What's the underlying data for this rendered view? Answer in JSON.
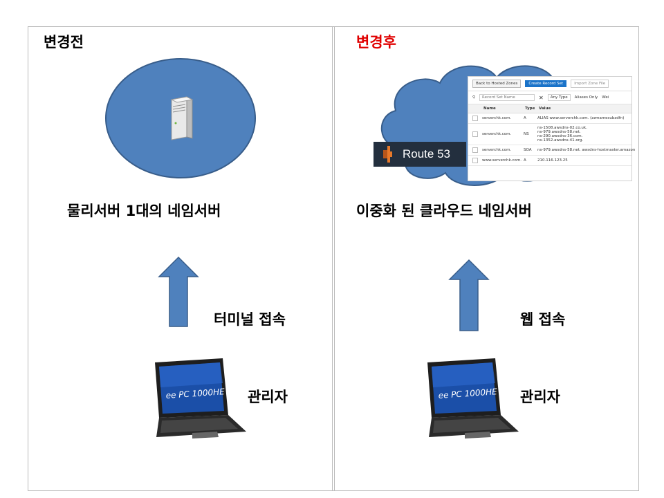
{
  "left": {
    "heading": "변경전",
    "caption": "물리서버 1대의 네임서버",
    "access_label": "터미널 접속",
    "admin_label": "관리자"
  },
  "right": {
    "heading": "변경후",
    "caption": "이중화 된 클라우드 네임서버",
    "access_label": "웹 접속",
    "admin_label": "관리자"
  },
  "laptop": {
    "model": "ee PC 1000HE"
  },
  "route53": {
    "badge": "Route 53",
    "buttons": [
      "Back to Hosted Zones",
      "Create Record Set",
      "Import Zone File"
    ],
    "search_placeholder": "Record Set Name",
    "filter": "Any Type",
    "aliases_only": "Aliases Only",
    "weighted": "Wei",
    "columns": [
      "Name",
      "Type",
      "Value"
    ],
    "rows": [
      {
        "name": "serverchk.com.",
        "type": "A",
        "value": [
          "ALIAS www.serverchk.com. (zzmamesubzdfn)"
        ]
      },
      {
        "name": "serverchk.com.",
        "type": "NS",
        "value": [
          "ns-1508.awsdns-02.co.uk.",
          "ns-979.awsdns-58.net.",
          "ns-290.awsdns-36.com.",
          "ns-1352.awsdns-41.org."
        ]
      },
      {
        "name": "serverchk.com.",
        "type": "SOA",
        "value": [
          "ns-979.awsdns-58.net. awsdns-hostmaster.amazon"
        ]
      },
      {
        "name": "www.serverchk.com.",
        "type": "A",
        "value": [
          "210.116.123.25"
        ]
      }
    ]
  },
  "colors": {
    "frame": "#b9b9b9",
    "cloud_fill": "#4f81bd",
    "cloud_stroke": "#385d8a",
    "arrow_fill": "#4f81bd",
    "heading_left": "#000000",
    "heading_right": "#e00000",
    "aws_blue": "#1a73c9",
    "aws_badge_bg": "#232f3e",
    "aws_orange": "#e8792a"
  }
}
